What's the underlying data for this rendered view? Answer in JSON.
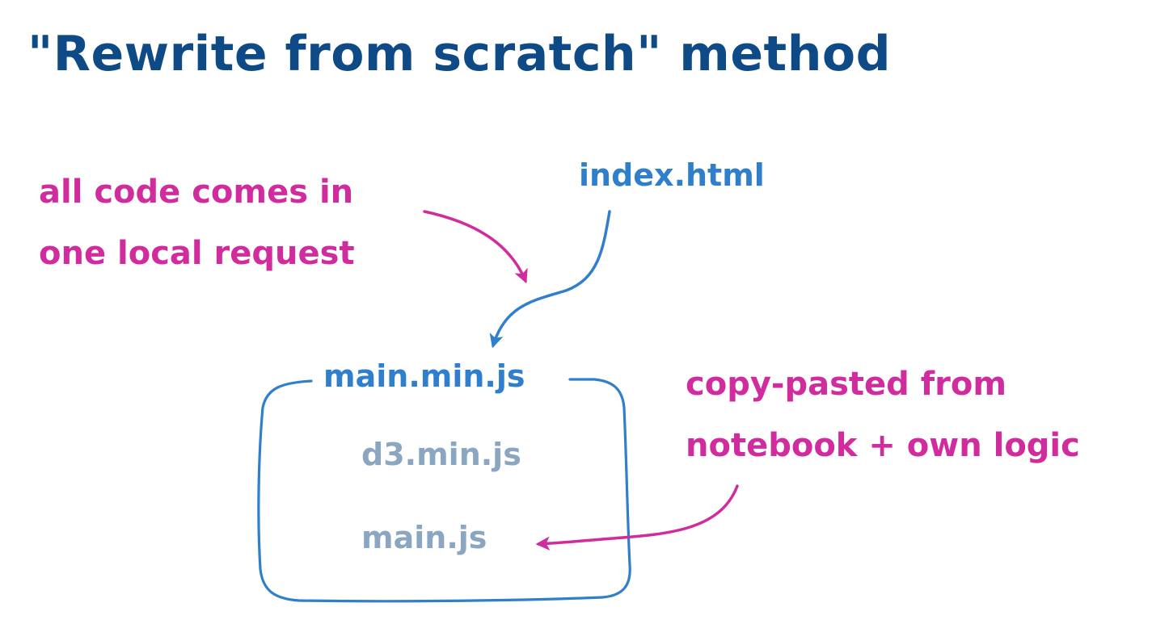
{
  "title": "\"Rewrite from scratch\" method",
  "annotations": {
    "left": {
      "line1": "all code comes in",
      "line2": "one local request"
    },
    "right": {
      "line1": "copy-pasted from",
      "line2": "notebook + own logic"
    }
  },
  "files": {
    "index": "index.html",
    "bundle": {
      "name": "main.min.js",
      "contents": [
        "d3.min.js",
        "main.js"
      ]
    }
  },
  "colors": {
    "title": "#0e4a86",
    "annotation": "#d12c9d",
    "file": "#2f7fcc",
    "bundled_file": "#8aa6c1"
  }
}
